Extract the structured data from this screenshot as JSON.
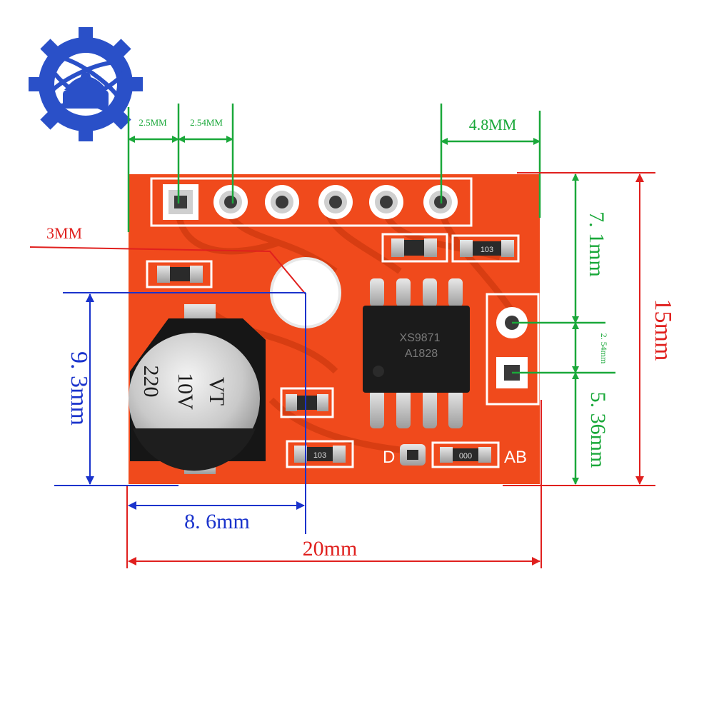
{
  "labels": {
    "pitch_first": "2.5MM",
    "pitch_second": "2.54MM",
    "edge_offset": "4.8MM",
    "hole_size": "3MM",
    "cap_height": "9. 3mm",
    "cap_width": "8. 6mm",
    "board_width": "20mm",
    "board_height": "15mm",
    "top_to_pin": "7. 1mm",
    "pin_pitch": "2. 54mm",
    "bottom_to_pin": "5. 36mm"
  },
  "components": {
    "capacitor_text": [
      "220",
      "10V",
      "VT"
    ],
    "chip_text": [
      "XS9871",
      "A1828"
    ],
    "resistor_top": "103",
    "resistor_bottom_left": "103",
    "resistor_bottom_right": "000",
    "silk_d": "D",
    "silk_ab": "AB"
  },
  "colors": {
    "board": "#f04a1c",
    "dimension_green": "#1aa83a",
    "dimension_red": "#e0201e",
    "dimension_blue": "#1a33cc",
    "logo_blue": "#2a50c8"
  }
}
